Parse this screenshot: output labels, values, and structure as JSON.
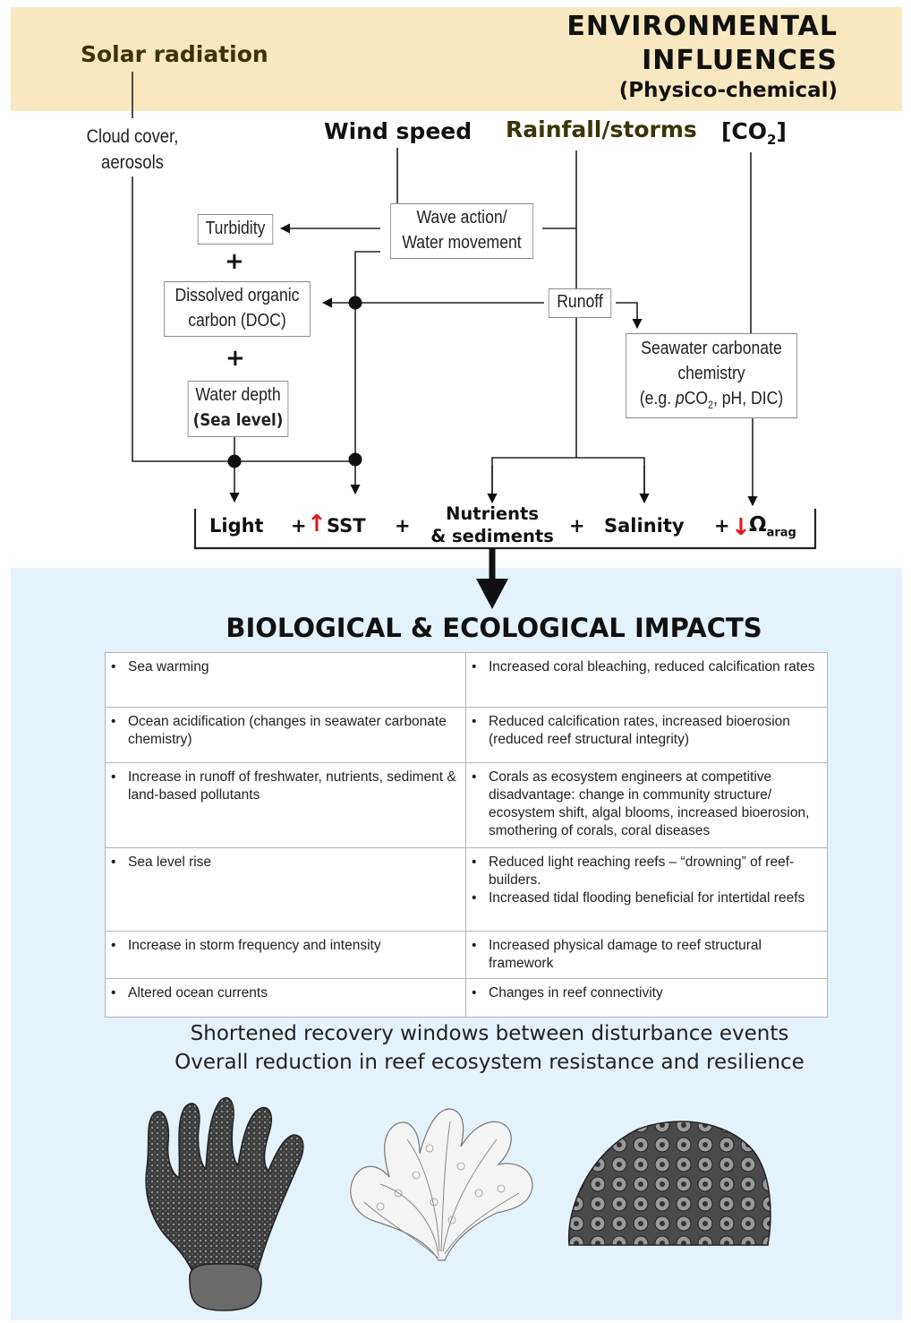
{
  "header": {
    "title_line1": "ENVIRONMENTAL",
    "title_line2": "INFLUENCES",
    "subtitle": "(Physico-chemical)"
  },
  "drivers": {
    "solar": "Solar radiation",
    "cloud_line1": "Cloud cover,",
    "cloud_line2": "aerosols",
    "wind": "Wind speed",
    "rainfall": "Rainfall/storms",
    "co2_base": "[CO",
    "co2_sub": "2",
    "co2_close": "]"
  },
  "boxes": {
    "turbidity": "Turbidity",
    "wave_line1": "Wave action/",
    "wave_line2": "Water movement",
    "doc_line1": "Dissolved organic",
    "doc_line2": "carbon (DOC)",
    "runoff": "Runoff",
    "seawater_line1": "Seawater carbonate",
    "seawater_line2": "chemistry",
    "seawater_eg": "(e.g. ",
    "seawater_p": "p",
    "seawater_co": "CO",
    "seawater_sub": "2",
    "seawater_rest": ", pH, DIC)",
    "depth_line1": "Water depth",
    "depth_line2": "(Sea level)"
  },
  "plus_sign": "+",
  "stressors": {
    "light": "Light",
    "plus": "+",
    "sst": "SST",
    "nutrients_line1": "Nutrients",
    "nutrients_line2": "& sediments",
    "salinity": "Salinity",
    "omega": "Ω",
    "omega_sub": "arag",
    "arrow_up": "↑",
    "arrow_down": "↓"
  },
  "impacts": {
    "title": "BIOLOGICAL & ECOLOGICAL IMPACTS",
    "bullet": "•",
    "rows": [
      {
        "driver": "Sea warming",
        "effects": [
          "Increased coral bleaching, reduced calcification rates"
        ]
      },
      {
        "driver": "Ocean acidification (changes in seawater carbonate chemistry)",
        "effects": [
          "Reduced calcification rates, increased bioerosion (reduced reef structural integrity)"
        ]
      },
      {
        "driver": "Increase in runoff of freshwater, nutrients, sediment & land-based pollutants",
        "effects": [
          "Corals as ecosystem engineers at competitive disadvantage: change in community structure/ ecosystem shift, algal blooms, increased bioerosion, smothering of corals, coral diseases"
        ]
      },
      {
        "driver": "Sea level rise",
        "effects": [
          "Reduced light reaching reefs – “drowning” of reef-builders.",
          "Increased tidal flooding beneficial for intertidal reefs"
        ]
      },
      {
        "driver": "Increase in storm frequency and intensity",
        "effects": [
          "Increased physical damage to reef structural framework"
        ]
      },
      {
        "driver": "Altered ocean currents",
        "effects": [
          "Changes in reef connectivity"
        ]
      }
    ]
  },
  "summary": {
    "line1": "Shortened recovery windows between disturbance events",
    "line2": "Overall reduction in reef ecosystem resistance and resilience"
  },
  "colors": {
    "top_band": "#f8e8bf",
    "bottom_band": "#e3f2fb",
    "olive_text": "#3a3408",
    "red_arrow": "#e0151b"
  },
  "illustrations": [
    "branching-coral-drawing",
    "plate-coral-drawing",
    "massive-coral-drawing"
  ]
}
